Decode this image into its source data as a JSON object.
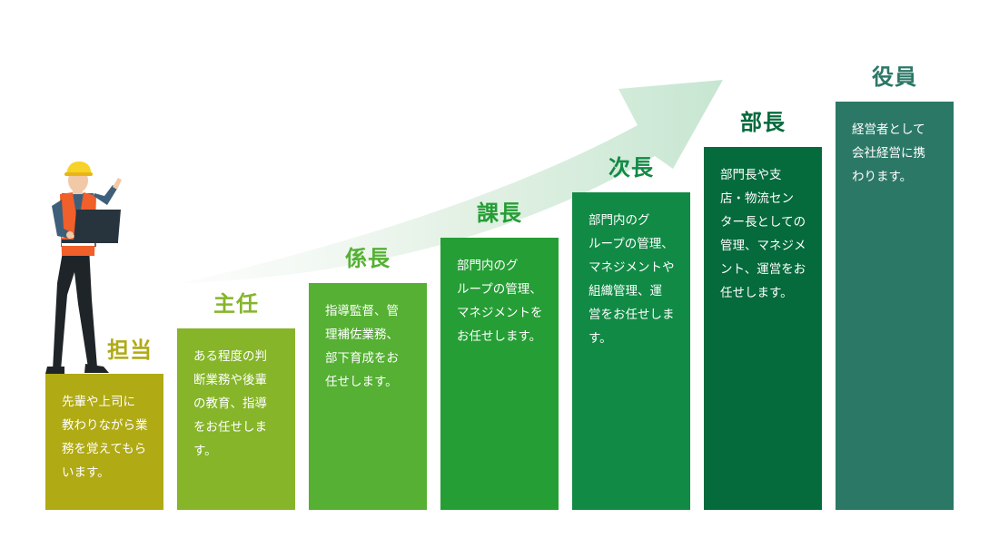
{
  "levels": [
    {
      "title": "担当",
      "description": "先輩や上司に\n教わりながら業\n務を覚えてもら\nいます。",
      "color": "#b0aa14",
      "title_color": "#b0aa14"
    },
    {
      "title": "主任",
      "description": "ある程度の判\n断業務や後輩\nの教育、指導\nをお任せしま\nす。",
      "color": "#86b52a",
      "title_color": "#86b52a"
    },
    {
      "title": "係長",
      "description": "指導監督、管\n理補佐業務、\n部下育成をお\n任せします。",
      "color": "#55b033",
      "title_color": "#55b033"
    },
    {
      "title": "課長",
      "description": "部門内のグ\nループの管理、\nマネジメントを\nお任せします。",
      "color": "#259e35",
      "title_color": "#259e35"
    },
    {
      "title": "次長",
      "description": "部門内のグ\nループの管理、\nマネジメントや\n組織管理、運\n営をお任せしま\nす。",
      "color": "#118a45",
      "title_color": "#118a45"
    },
    {
      "title": "部長",
      "description": "部門長や支\n店・物流セン\nター長としての\n管理、マネジメ\nント、運営をお\n任せします。",
      "color": "#056a3c",
      "title_color": "#056a3c"
    },
    {
      "title": "役員",
      "description": "経営者として\n会社経営に携\nわります。",
      "color": "#2c7867",
      "title_color": "#2c7867"
    }
  ],
  "icons": {
    "arrow": "growth-arrow-icon",
    "person": "worker-with-laptop-icon"
  }
}
